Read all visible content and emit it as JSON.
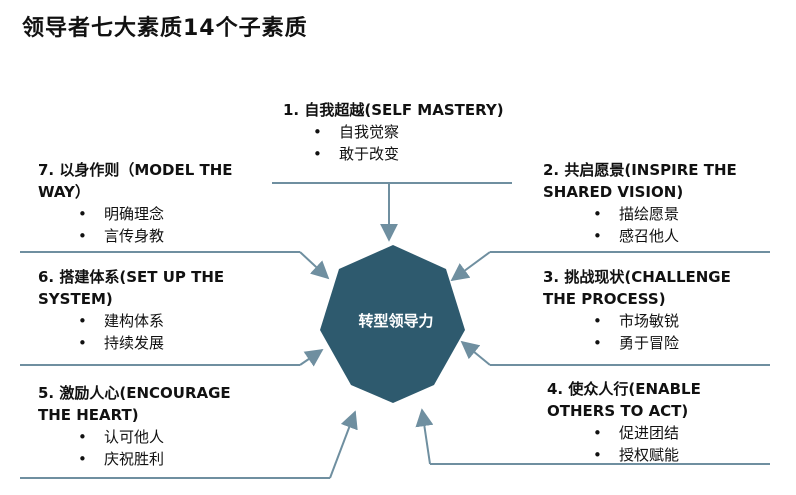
{
  "title": "领导者七大素质14个子素质",
  "center": {
    "label": "转型领导力",
    "fill": "#2e5a6e"
  },
  "line_color": "#6f8fa0",
  "qualities": [
    {
      "head": "1. 自我超越(SELF MASTERY)",
      "subs": [
        "自我觉察",
        "敢于改变"
      ]
    },
    {
      "head": "2. 共启愿景(INSPIRE THE\nSHARED VISION)",
      "subs": [
        "描绘愿景",
        "感召他人"
      ]
    },
    {
      "head": "3. 挑战现状(CHALLENGE\nTHE PROCESS)",
      "subs": [
        "市场敏锐",
        "勇于冒险"
      ]
    },
    {
      "head": "4. 使众人行(ENABLE\nOTHERS TO ACT)",
      "subs": [
        "促进团结",
        "授权赋能"
      ]
    },
    {
      "head": "5. 激励人心(ENCOURAGE\nTHE HEART)",
      "subs": [
        "认可他人",
        "庆祝胜利"
      ]
    },
    {
      "head": "6. 搭建体系(SET UP THE\nSYSTEM)",
      "subs": [
        "建构体系",
        "持续发展"
      ]
    },
    {
      "head": "7. 以身作则（MODEL THE\nWAY）",
      "subs": [
        "明确理念",
        "言传身教"
      ]
    }
  ]
}
